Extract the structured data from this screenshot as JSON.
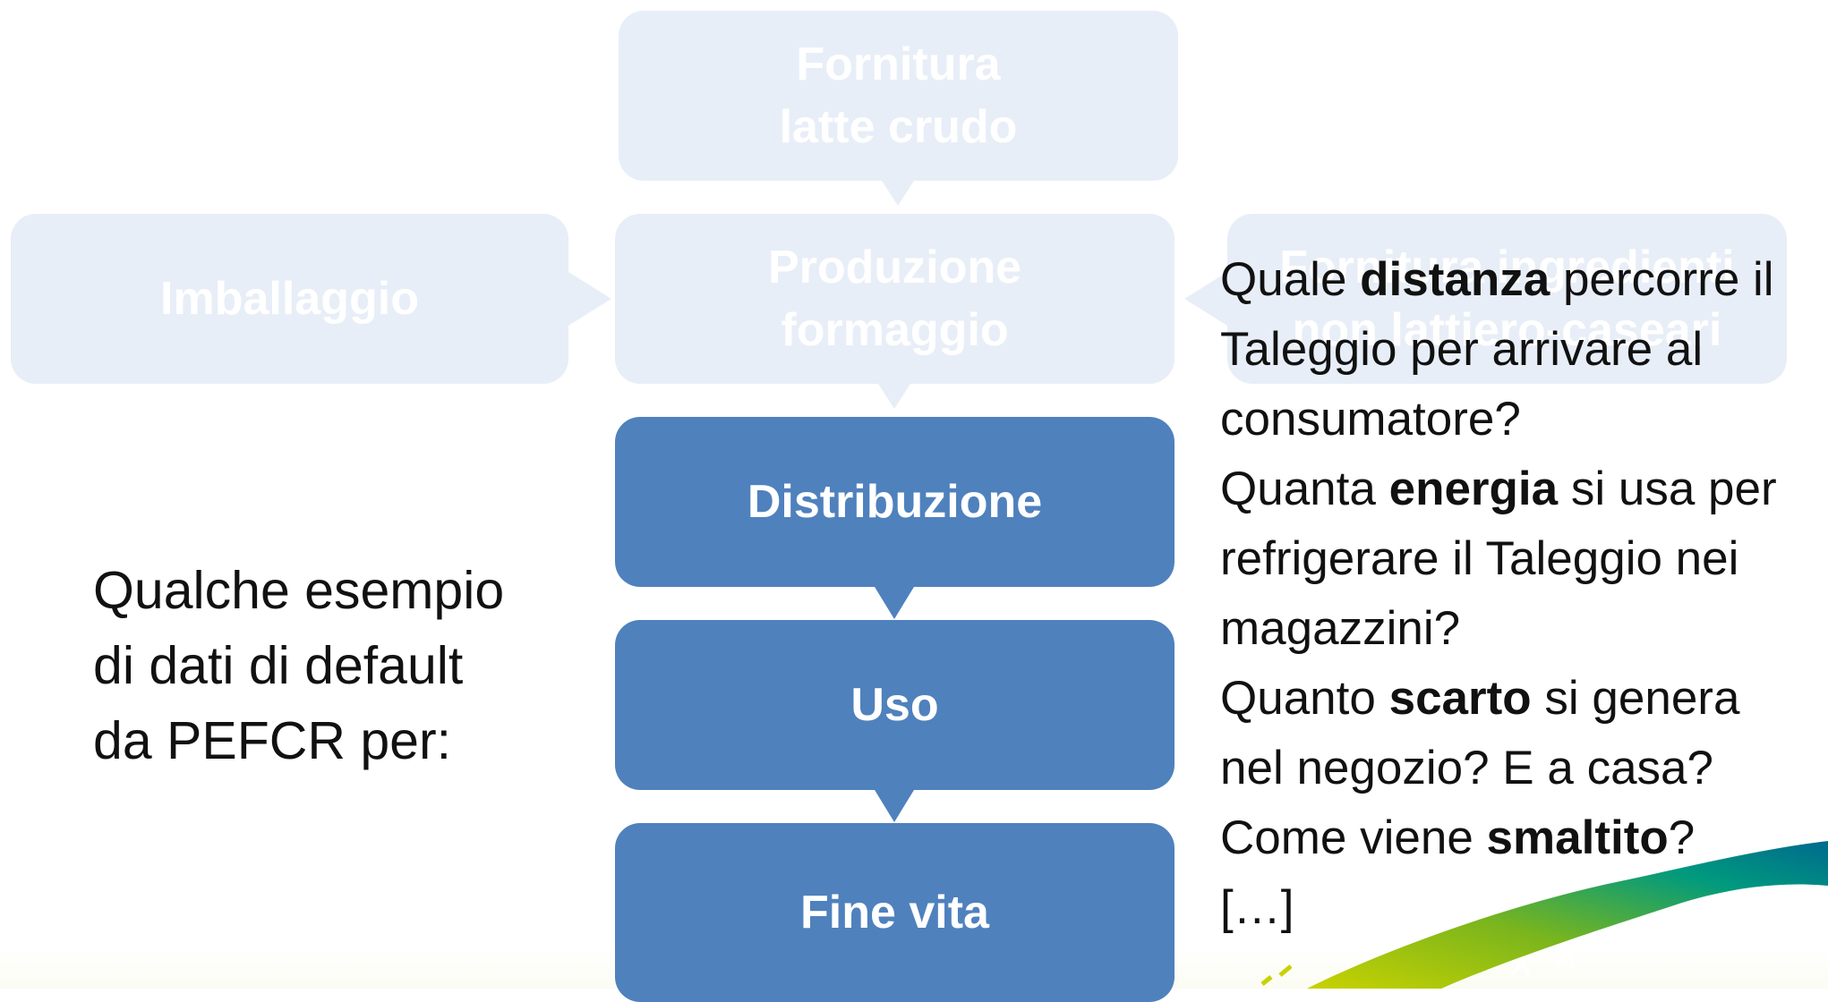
{
  "diagram": {
    "nodes": {
      "fornitura_latte": {
        "lines": [
          "Fornitura",
          "latte crudo"
        ],
        "state": "faded"
      },
      "produzione": {
        "lines": [
          "Produzione",
          "formaggio"
        ],
        "state": "faded"
      },
      "imballaggio": {
        "lines": [
          "Imballaggio"
        ],
        "state": "faded"
      },
      "fornitura_ingredienti": {
        "lines": [
          "Fornitura ingredienti",
          "non lattiero-caseari"
        ],
        "state": "faded"
      },
      "distribuzione": {
        "lines": [
          "Distribuzione"
        ],
        "state": "active"
      },
      "uso": {
        "lines": [
          "Uso"
        ],
        "state": "active"
      },
      "fine_vita": {
        "lines": [
          "Fine vita"
        ],
        "state": "active"
      }
    },
    "colors": {
      "active": "#4f81bd",
      "faded": "#e8eef7"
    }
  },
  "left_text": {
    "lines": [
      "Qualche esempio",
      "di dati di default",
      "da PEFCR per:"
    ]
  },
  "questions": {
    "lines": [
      {
        "pre": "Quale ",
        "bold": "distanza",
        "post": " percorre il"
      },
      {
        "pre": "Taleggio per arrivare al",
        "bold": "",
        "post": ""
      },
      {
        "pre": "consumatore?",
        "bold": "",
        "post": ""
      },
      {
        "pre": "Quanta ",
        "bold": "energia",
        "post": " si usa per"
      },
      {
        "pre": "refrigerare il Taleggio nei",
        "bold": "",
        "post": ""
      },
      {
        "pre": "magazzini?",
        "bold": "",
        "post": ""
      },
      {
        "pre": "Quanto ",
        "bold": "scarto",
        "post": " si genera"
      },
      {
        "pre": "nel negozio? E a casa?",
        "bold": "",
        "post": ""
      },
      {
        "pre": "Come viene ",
        "bold": "smaltito",
        "post": "?"
      },
      {
        "pre": "[…]",
        "bold": "",
        "post": ""
      }
    ]
  },
  "logo": {
    "icon": "brush-stroke-logo",
    "colors": [
      "#c8d200",
      "#7ab51d",
      "#009a7e",
      "#006a8e"
    ]
  }
}
